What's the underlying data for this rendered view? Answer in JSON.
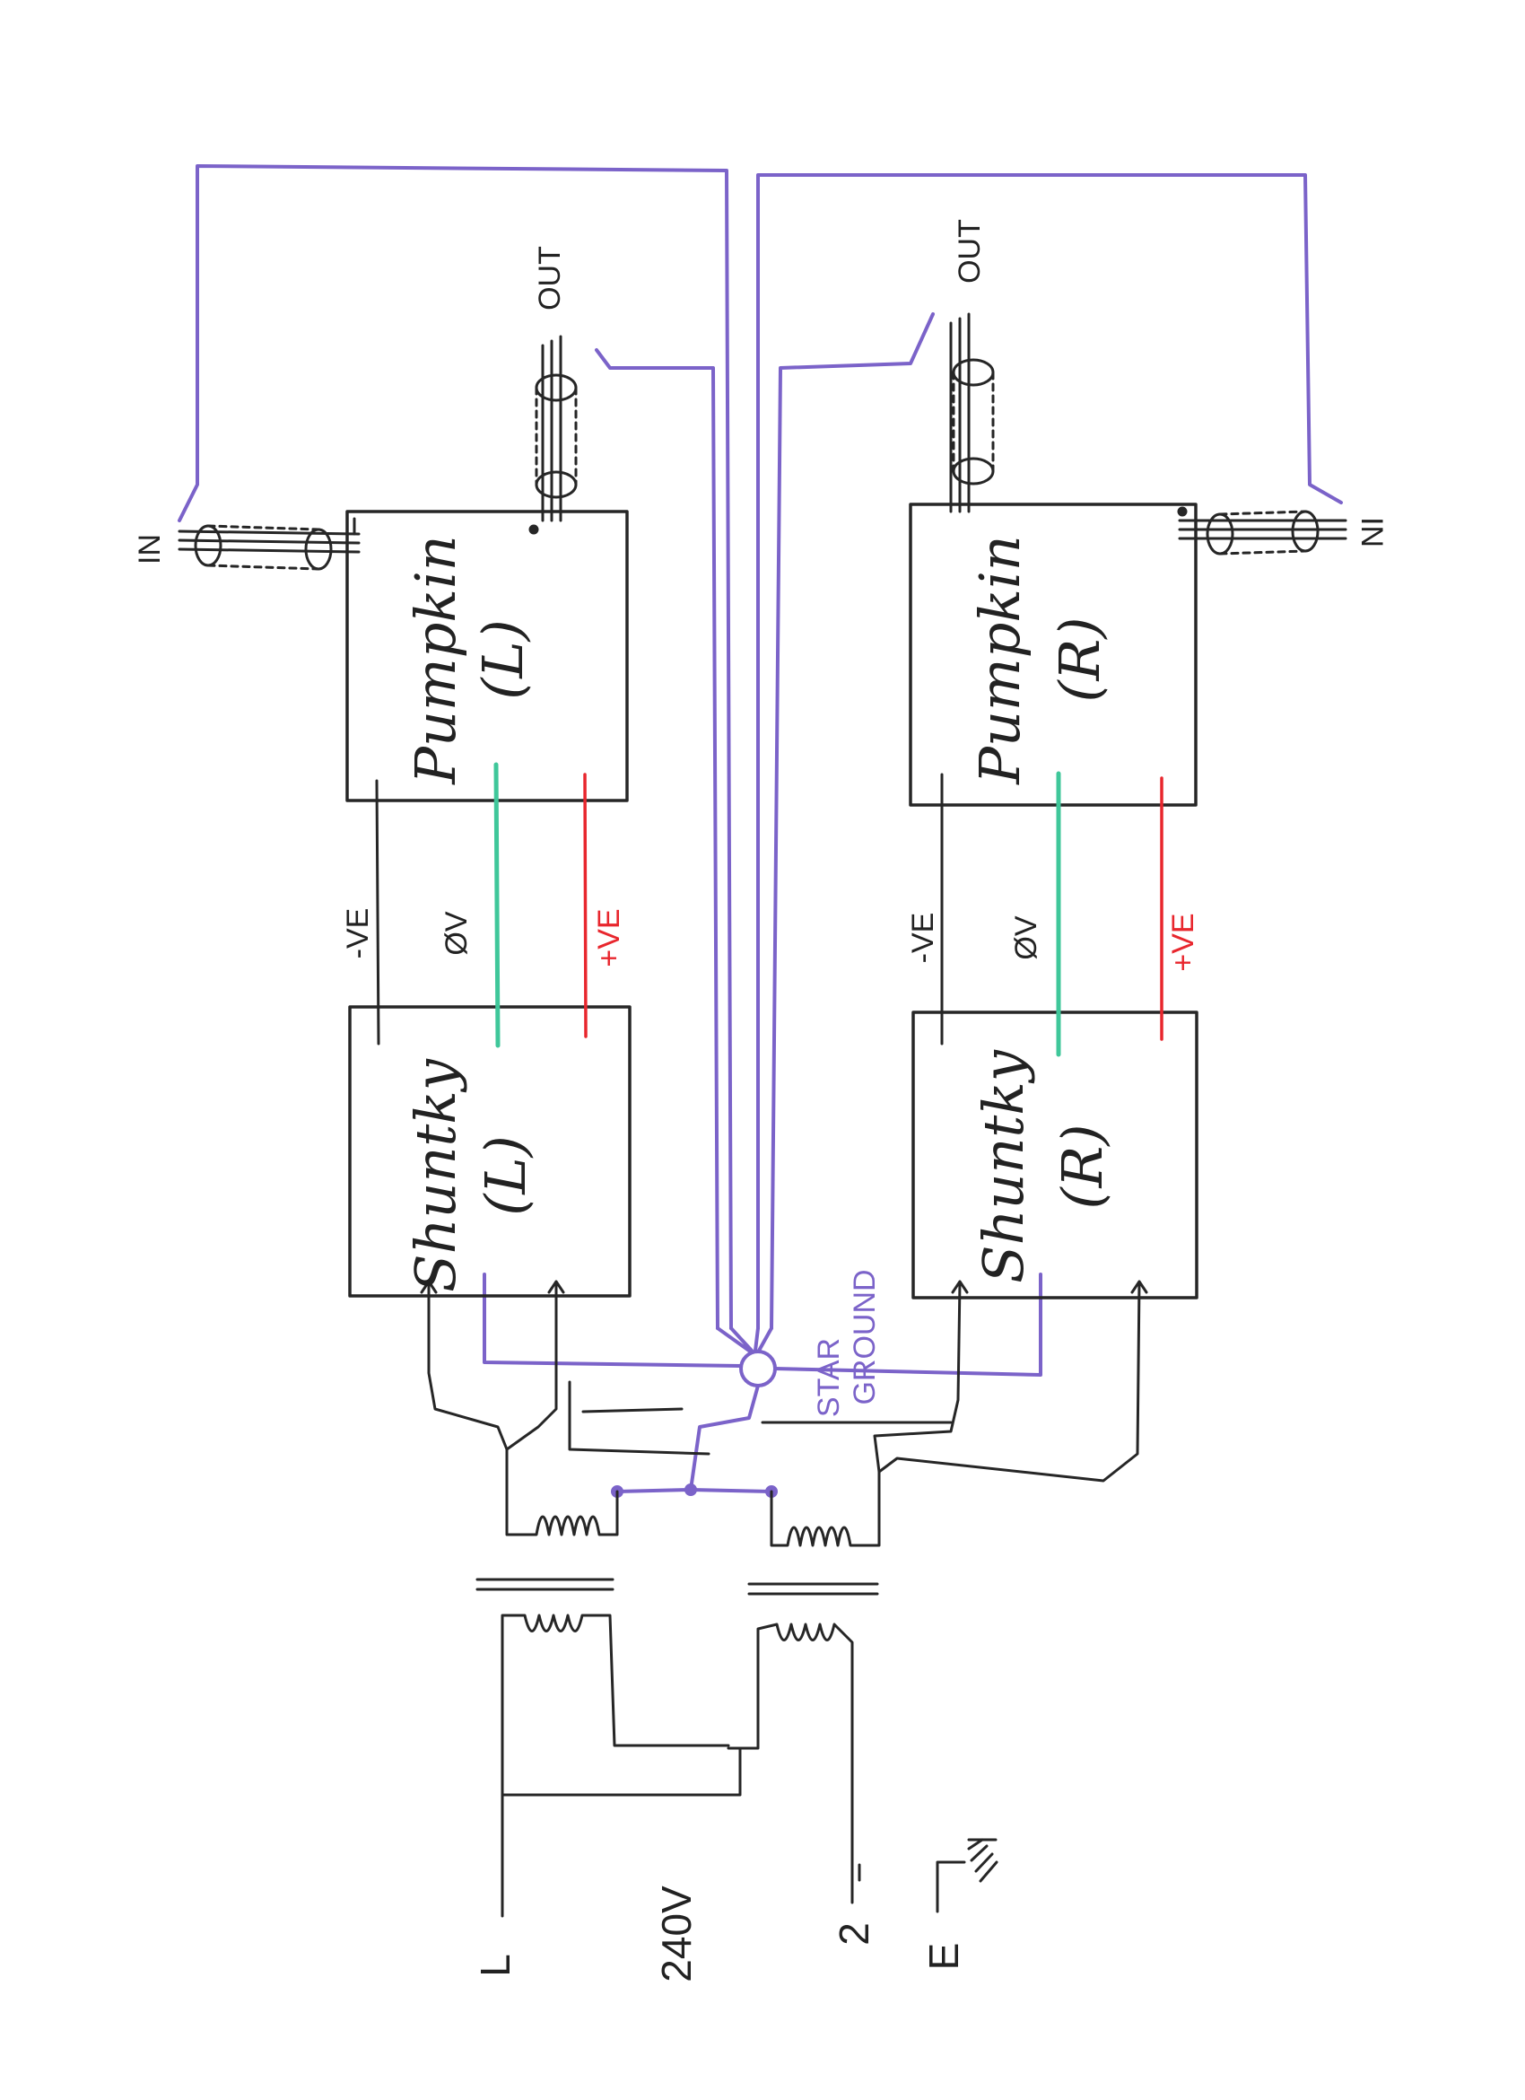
{
  "colors": {
    "ink": "#262626",
    "signal": "#7b63c9",
    "positive": "#e8262d",
    "zero_volt": "#3fc79a",
    "paper": "#ffffff"
  },
  "boxes": {
    "pumpkin_left": {
      "name": "Pumpkin",
      "channel": "(L)"
    },
    "pumpkin_right": {
      "name": "Pumpkin",
      "channel": "(R)"
    },
    "shuntky_left": {
      "name": "Shuntky",
      "channel": "(L)"
    },
    "shuntky_right": {
      "name": "Shuntky",
      "channel": "(R)"
    }
  },
  "rails": {
    "negative": "-VE",
    "zero": "ØV",
    "positive": "+VE"
  },
  "connectors": {
    "in": "IN",
    "out": "OUT"
  },
  "ground": {
    "star_line1": "STAR",
    "star_line2": "GROUND"
  },
  "mains": {
    "line": "L",
    "voltage": "240V",
    "neutral": "2",
    "earth": "E"
  }
}
